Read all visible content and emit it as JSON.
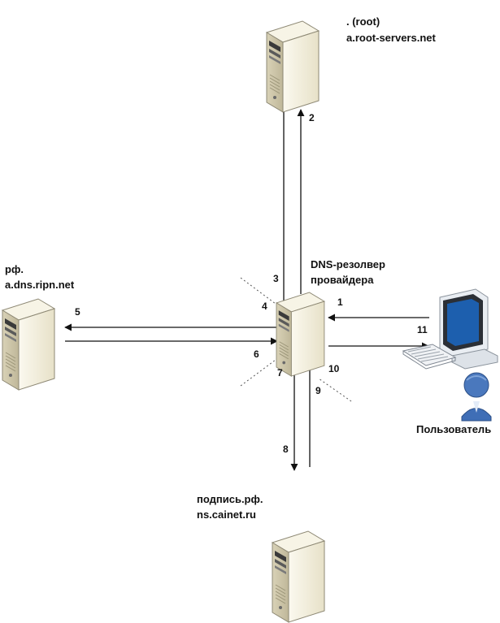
{
  "nodes": {
    "root": {
      "line1": ". (root)",
      "line2": "a.root-servers.net"
    },
    "rf": {
      "line1": "рф.",
      "line2": "a.dns.ripn.net"
    },
    "resolver": {
      "line1": "DNS-резолвер",
      "line2": "провайдера"
    },
    "podpis": {
      "line1": "подпись.рф.",
      "line2": "ns.cainet.ru"
    },
    "user": {
      "label": "Пользователь"
    }
  },
  "steps": [
    "1",
    "2",
    "3",
    "4",
    "5",
    "6",
    "7",
    "8",
    "9",
    "10",
    "11"
  ],
  "colors": {
    "server_face": "#f2eedd",
    "server_side": "#d6cfb4",
    "monitor": "#e9edf2",
    "screen": "#1d5fae",
    "person": "#4a78bd",
    "line": "#111111"
  },
  "icons": [
    "server-icon",
    "computer-icon",
    "keyboard-icon",
    "user-icon",
    "arrow-icon"
  ]
}
